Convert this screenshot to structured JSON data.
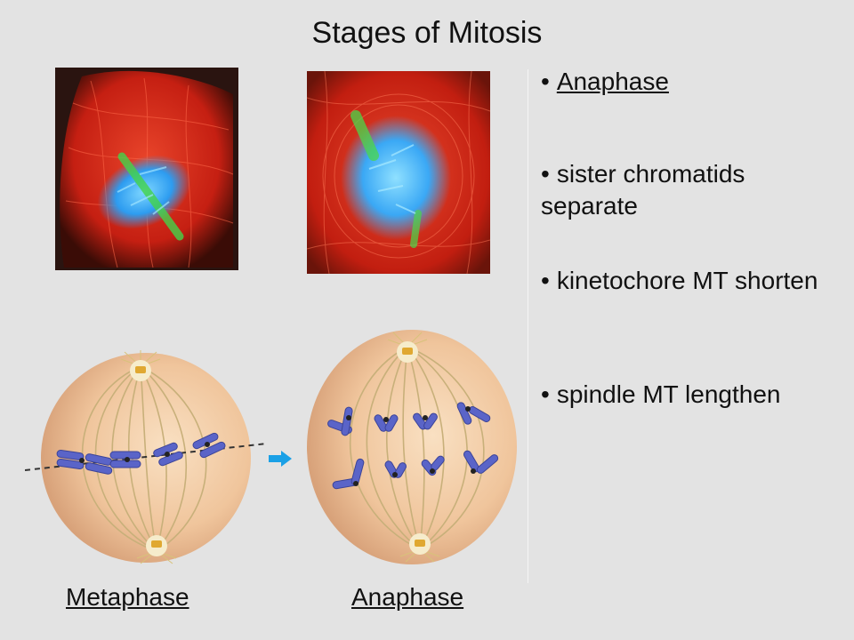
{
  "title": "Stages of Mitosis",
  "bullets": [
    {
      "text": "Anaphase",
      "underline": true
    },
    {
      "text": "sister chromatids separate",
      "underline": false
    },
    {
      "text": "kinetochore MT shorten",
      "underline": false
    },
    {
      "text": "spindle MT lengthen",
      "underline": false
    }
  ],
  "captions": {
    "metaphase": "Metaphase",
    "anaphase": "Anaphase"
  },
  "colors": {
    "background": "#e3e3e3",
    "microtubule_stain": "#d42a1a",
    "chromosome_stain": "#2aa6ff",
    "spindle_stain": "#40d040",
    "cell": "#f0c79f",
    "chromosome": "#5a64c8",
    "arrow": "#1aa0e6"
  },
  "icons": {
    "arrow": "right-arrow-icon"
  }
}
